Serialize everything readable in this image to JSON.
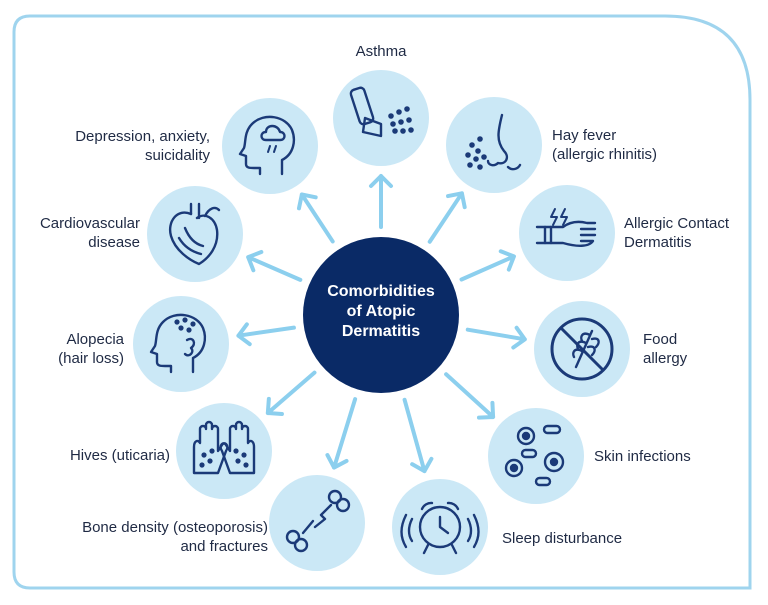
{
  "center": {
    "line1": "Comorbidities",
    "line2": "of Atopic",
    "line3": "Dermatitis"
  },
  "colors": {
    "frame": "#9fd4ee",
    "circle": "#cbe8f6",
    "center": "#0a2a66",
    "arrow": "#8ccfee",
    "icon": "#1b3a78",
    "text": "#1f2a44"
  },
  "conditions": [
    {
      "key": "asthma",
      "lines": [
        "Asthma"
      ],
      "icon": "inhaler-icon"
    },
    {
      "key": "hay-fever",
      "lines": [
        "Hay fever",
        "(allergic rhinitis)"
      ],
      "icon": "nose-icon"
    },
    {
      "key": "contact-dermatitis",
      "lines": [
        "Allergic Contact",
        "Dermatitis"
      ],
      "icon": "hand-irritation-icon"
    },
    {
      "key": "food-allergy",
      "lines": [
        "Food",
        "allergy"
      ],
      "icon": "no-wheat-icon"
    },
    {
      "key": "skin-infections",
      "lines": [
        "Skin infections"
      ],
      "icon": "germs-icon"
    },
    {
      "key": "sleep",
      "lines": [
        "Sleep disturbance"
      ],
      "icon": "alarm-clock-icon"
    },
    {
      "key": "bone",
      "lines": [
        "Bone density (osteoporosis)",
        "and fractures"
      ],
      "icon": "broken-bone-icon"
    },
    {
      "key": "hives",
      "lines": [
        "Hives (uticaria)"
      ],
      "icon": "hands-rash-icon"
    },
    {
      "key": "alopecia",
      "lines": [
        "Alopecia",
        "(hair loss)"
      ],
      "icon": "head-hair-loss-icon"
    },
    {
      "key": "cardio",
      "lines": [
        "Cardiovascular",
        "disease"
      ],
      "icon": "heart-icon"
    },
    {
      "key": "depression",
      "lines": [
        "Depression, anxiety,",
        "suicidality"
      ],
      "icon": "head-storm-icon"
    }
  ]
}
